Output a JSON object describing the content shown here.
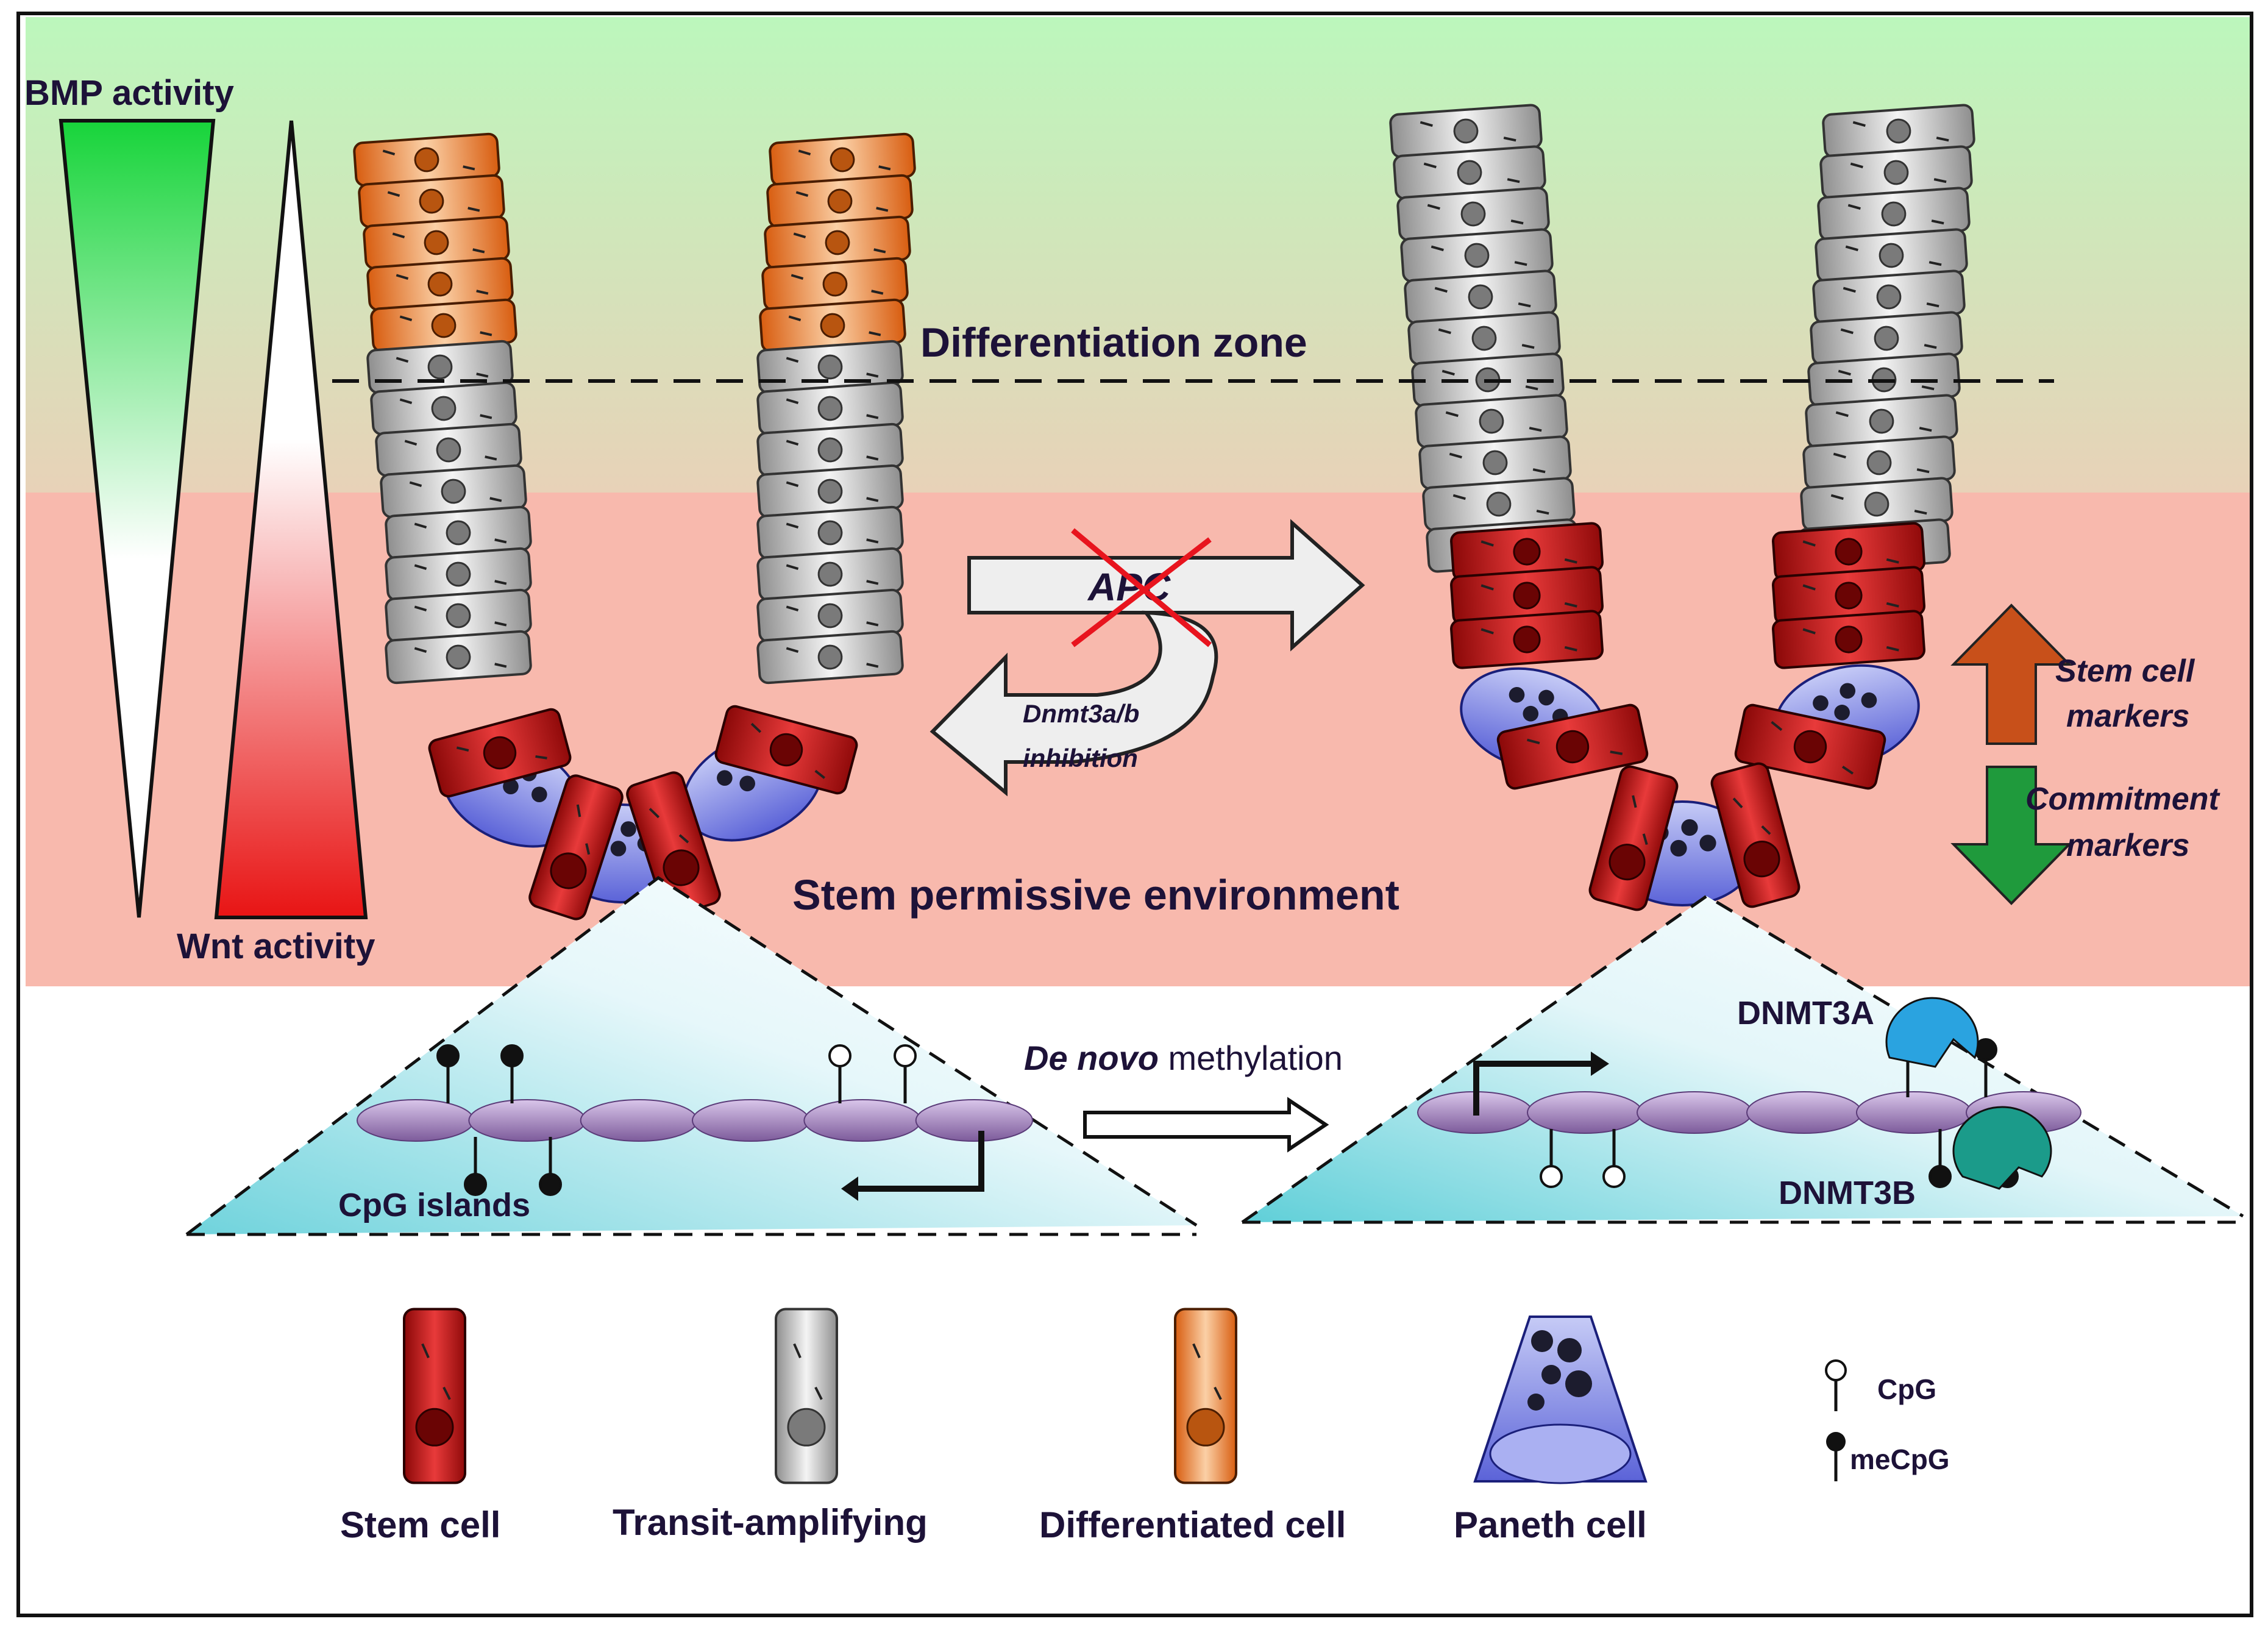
{
  "gradients": {
    "bmp_label": "BMP activity",
    "wnt_label": "Wnt activity",
    "bmp_color": "#17d43a",
    "wnt_color": "#e81414"
  },
  "zones": {
    "differentiation": "Differentiation zone",
    "stem": "Stem permissive environment",
    "top_color": "#bcf7bc",
    "stem_color": "#f8b9ad"
  },
  "transition": {
    "apc_label": "APC",
    "inhibition_line1": "Dnmt3a/b",
    "inhibition_line2": "inhibition"
  },
  "markers": {
    "stem_line1": "Stem cell",
    "stem_line2": "markers",
    "commit_line1": "Commitment",
    "commit_line2": "markers",
    "stem_arrow_color": "#c8501a",
    "commit_arrow_color": "#1f9a3c"
  },
  "methylation": {
    "title_italic": "De novo",
    "title_rest": " methylation",
    "cpg_islands": "CpG islands",
    "dnmt3a": "DNMT3A",
    "dnmt3b": "DNMT3B",
    "dnmt3a_color": "#2aa3e0",
    "dnmt3b_color": "#1b9b8a"
  },
  "legend": {
    "stem_cell": "Stem cell",
    "transit": "Transit-amplifying",
    "differentiated": "Differentiated cell",
    "paneth": "Paneth cell",
    "cpg": "CpG",
    "mecpg": "meCpG"
  },
  "cell_colors": {
    "stem": "#c81212",
    "transit": "#a7a7a7",
    "differentiated": "#ee7a25",
    "paneth": "#7d86e6"
  }
}
